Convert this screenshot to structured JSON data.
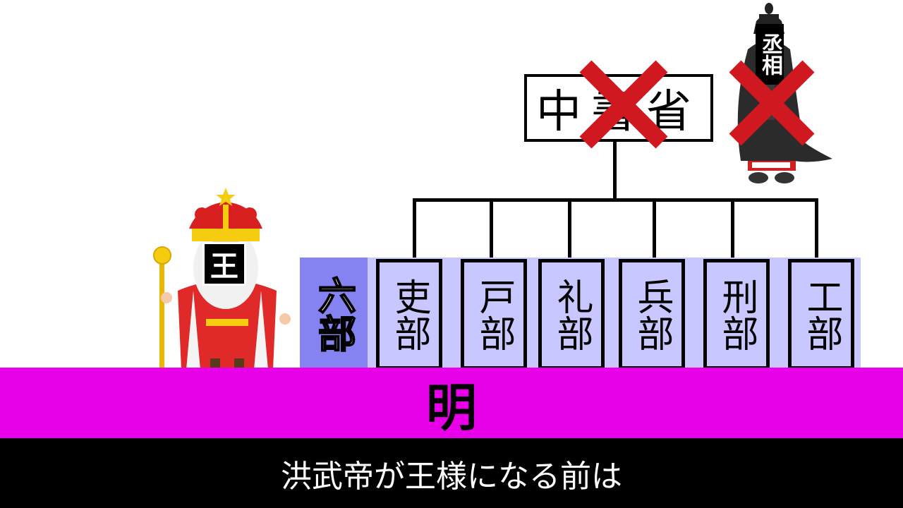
{
  "central_office": {
    "label": "中書省"
  },
  "chancellor": {
    "tag": "丞相"
  },
  "king": {
    "tag": "王"
  },
  "ministries": {
    "group_label": "六部",
    "departments": [
      "吏部",
      "戸部",
      "礼部",
      "兵部",
      "刑部",
      "工部"
    ]
  },
  "dynasty": {
    "label": "明"
  },
  "subtitle": {
    "text": "洪武帝が王様になる前は"
  },
  "colors": {
    "ground": "#e800e8",
    "ministry_fill": "#c8c7ff",
    "ministry_group_fill": "#8583f1",
    "cross_red": "#d01820"
  }
}
